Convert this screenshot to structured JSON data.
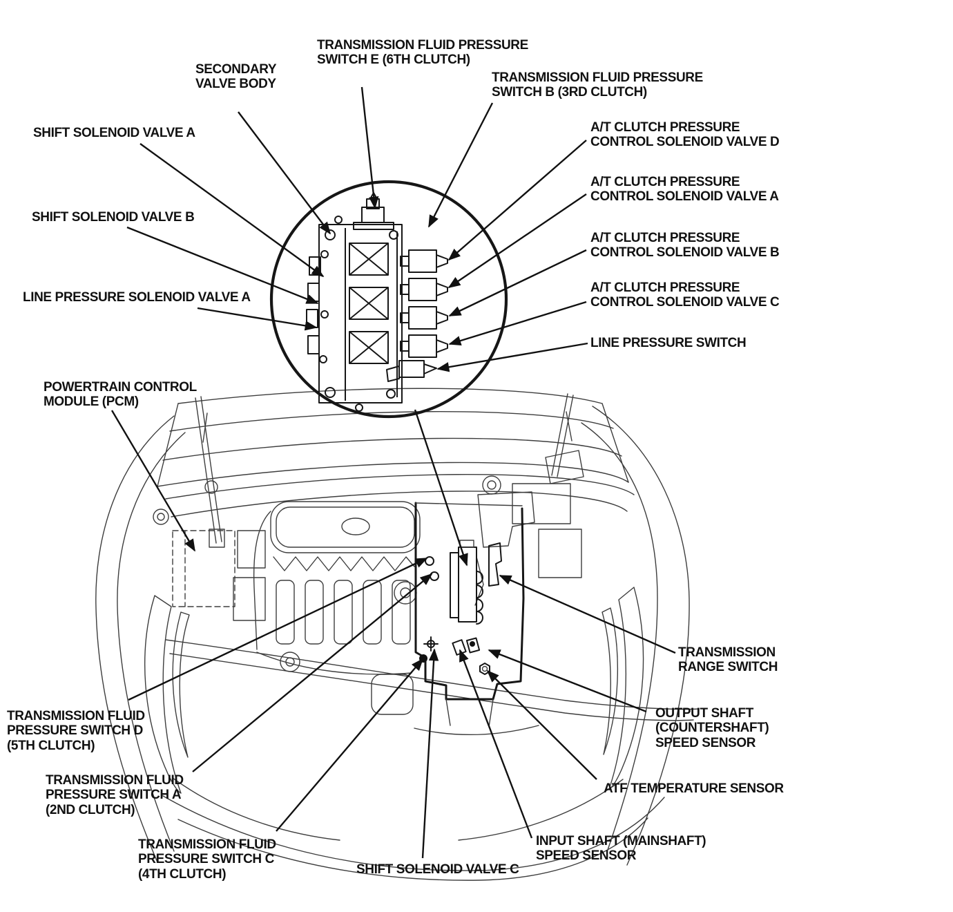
{
  "colors": {
    "background": "#ffffff",
    "ink": "#111111",
    "line_art": "#3d3d3d"
  },
  "callouts": [
    {
      "id": "tfps-e",
      "text": "TRANSMISSION FLUID PRESSURE\nSWITCH E (6TH CLUTCH)"
    },
    {
      "id": "secondary-valve-body",
      "text": "SECONDARY\nVALVE BODY"
    },
    {
      "id": "tfps-b",
      "text": "TRANSMISSION FLUID PRESSURE\nSWITCH B (3RD CLUTCH)"
    },
    {
      "id": "shift-solenoid-valve-a",
      "text": "SHIFT SOLENOID VALVE A"
    },
    {
      "id": "at-cpc-solenoid-valve-d",
      "text": "A/T CLUTCH PRESSURE\nCONTROL SOLENOID VALVE D"
    },
    {
      "id": "at-cpc-solenoid-valve-a",
      "text": "A/T CLUTCH PRESSURE\nCONTROL SOLENOID VALVE A"
    },
    {
      "id": "shift-solenoid-valve-b",
      "text": "SHIFT SOLENOID VALVE B"
    },
    {
      "id": "at-cpc-solenoid-valve-b",
      "text": "A/T CLUTCH PRESSURE\nCONTROL SOLENOID VALVE B"
    },
    {
      "id": "at-cpc-solenoid-valve-c",
      "text": "A/T CLUTCH PRESSURE\nCONTROL SOLENOID VALVE C"
    },
    {
      "id": "line-pressure-solenoid-valve-a",
      "text": "LINE PRESSURE SOLENOID VALVE A"
    },
    {
      "id": "line-pressure-switch",
      "text": "LINE PRESSURE SWITCH"
    },
    {
      "id": "pcm",
      "text": "POWERTRAIN CONTROL\nMODULE (PCM)"
    },
    {
      "id": "transmission-range-switch",
      "text": "TRANSMISSION\nRANGE SWITCH"
    },
    {
      "id": "output-shaft-speed-sensor",
      "text": "OUTPUT SHAFT\n(COUNTERSHAFT)\nSPEED SENSOR"
    },
    {
      "id": "tfps-d",
      "text": "TRANSMISSION FLUID\nPRESSURE SWITCH D\n(5TH CLUTCH)"
    },
    {
      "id": "atf-temperature-sensor",
      "text": "ATF TEMPERATURE SENSOR"
    },
    {
      "id": "tfps-a",
      "text": "TRANSMISSION FLUID\nPRESSURE SWITCH A\n(2ND CLUTCH)"
    },
    {
      "id": "input-shaft-speed-sensor",
      "text": "INPUT SHAFT (MAINSHAFT)\nSPEED SENSOR"
    },
    {
      "id": "tfps-c",
      "text": "TRANSMISSION FLUID\nPRESSURE SWITCH C\n(4TH CLUTCH)"
    },
    {
      "id": "shift-solenoid-valve-c",
      "text": "SHIFT SOLENOID VALVE C"
    }
  ]
}
